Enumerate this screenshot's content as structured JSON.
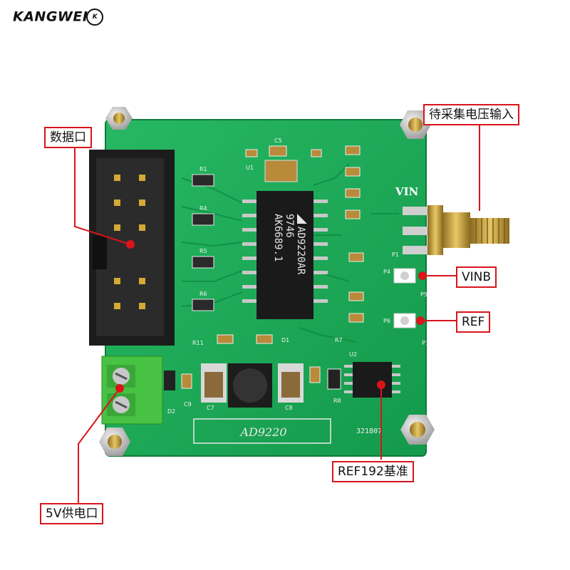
{
  "brand": {
    "name": "KANGWEI",
    "badge": "K"
  },
  "board": {
    "silkscreen_name": "AD9220",
    "board_number": "321807",
    "chip_main": {
      "line1": "AD9220AR",
      "line2": "9746",
      "line3": "AK6689.1"
    },
    "pin_labels": {
      "vin": "VIN",
      "p1": "P1",
      "p4": "P4",
      "p5": "P5",
      "p6": "P6",
      "p7": "P7"
    },
    "parts": {
      "r1": "R1",
      "r4": "R4",
      "r5": "R5",
      "r6": "R6",
      "r7": "R7",
      "r8": "R8",
      "r11": "R11",
      "u1": "U1",
      "u2": "U2",
      "c5": "C5",
      "c7": "C7",
      "c8": "C8",
      "c9": "C9",
      "d1": "D1",
      "d2": "D2"
    }
  },
  "callouts": {
    "data_port": "数据口",
    "input_voltage": "待采集电压输入",
    "vinb": "VINB",
    "ref": "REF",
    "ref192": "REF192基准",
    "power_port": "5V供电口"
  },
  "colors": {
    "pcb": "#1fae5b",
    "callout_line": "#d9141b",
    "header": "#1c1c1c",
    "terminal": "#3fbf3f",
    "gold": "#c9a13a"
  }
}
